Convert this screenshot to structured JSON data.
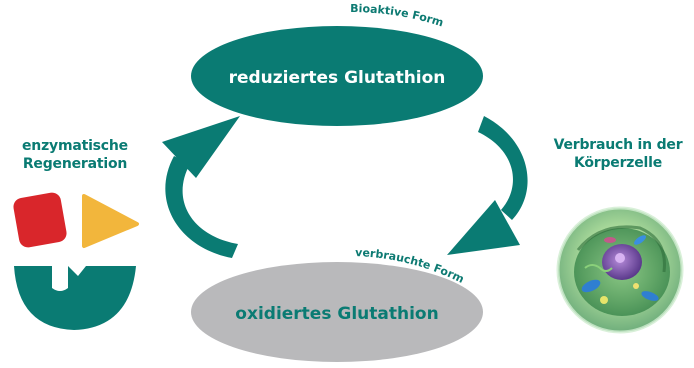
{
  "diagram": {
    "reduced_node": {
      "label": "reduziertes Glutathion",
      "tag": "Bioaktive Form"
    },
    "oxidized_node": {
      "label": "oxidiertes Glutathion",
      "tag": "verbrauchte Form"
    },
    "left_caption": "enzymatische Regeneration",
    "right_caption": "Verbrauch in der Körperzelle",
    "icons": {
      "enzyme_shapes": "enzyme-shapes-icon",
      "cell": "cell-illustration"
    },
    "colors": {
      "teal": "#0a7b73",
      "teal_dark": "#0d6e67",
      "gray": "#b9b9bb",
      "red": "#d9262b",
      "yellow": "#f2b63c"
    }
  }
}
